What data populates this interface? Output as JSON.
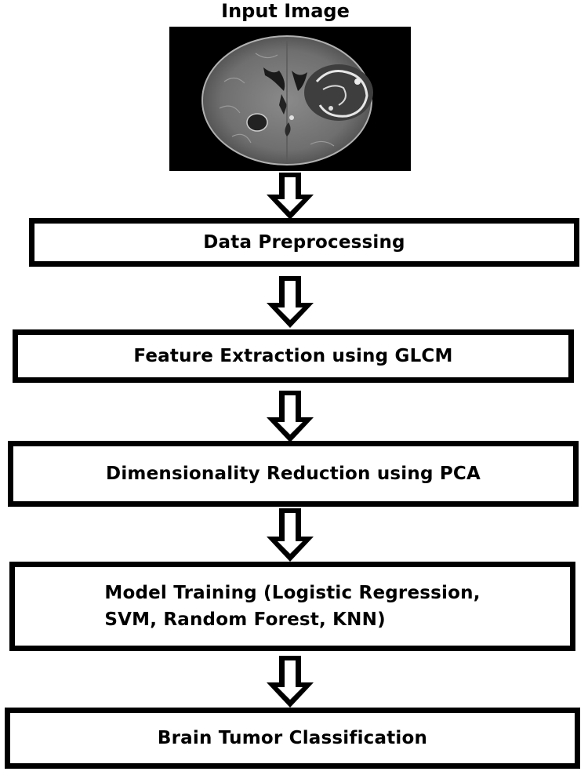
{
  "diagram": {
    "input_label": "Input Image",
    "steps": [
      {
        "id": "preprocessing",
        "lines": [
          "Data Preprocessing"
        ]
      },
      {
        "id": "feature-extraction",
        "lines": [
          "Feature Extraction using GLCM"
        ]
      },
      {
        "id": "dim-reduction",
        "lines": [
          "Dimensionality Reduction using PCA"
        ]
      },
      {
        "id": "model-training",
        "lines": [
          "Model Training (Logistic Regression,",
          "SVM, Random Forest, KNN)"
        ]
      },
      {
        "id": "classification",
        "lines": [
          "Brain Tumor Classification"
        ]
      }
    ]
  }
}
